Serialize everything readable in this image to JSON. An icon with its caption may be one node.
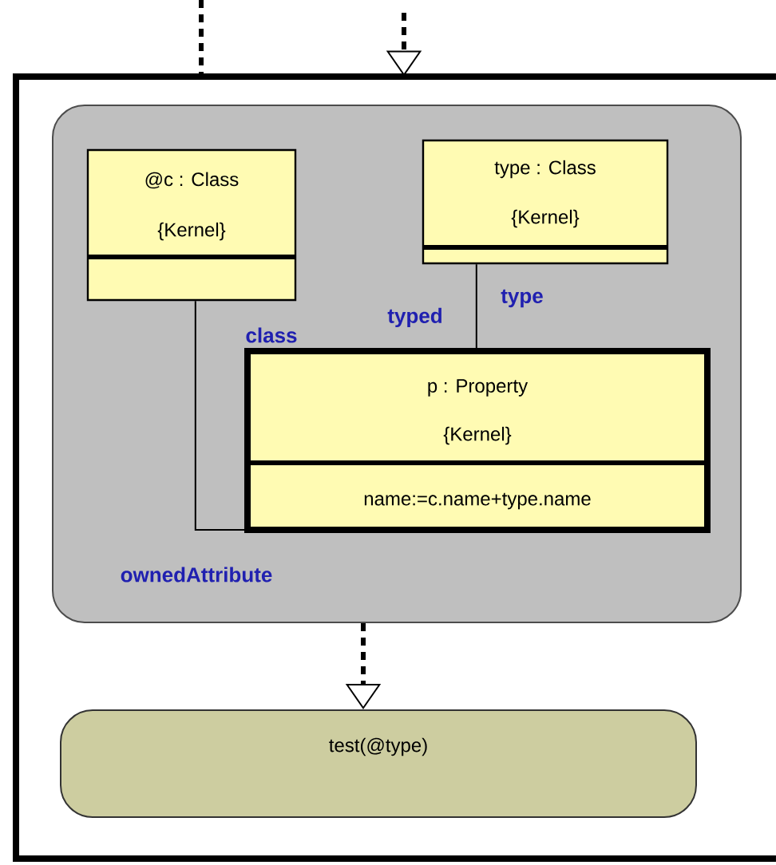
{
  "diagram": {
    "nodes": [
      {
        "text": [],
        "shape": "box"
      },
      {
        "text": [],
        "shape": "box",
        "in": 0
      },
      {
        "text": [
          "@c : Class",
          "{Kernel}"
        ],
        "in": 1
      },
      {
        "text": [
          "type : Class",
          "{Kernel}"
        ],
        "in": 1
      },
      {
        "text": [
          "p : Property",
          "{Kernel}",
          "name:=c.name+type.name"
        ],
        "in": 1
      },
      {
        "text": [
          "test(@type)"
        ],
        "in": 0
      }
    ],
    "edges": [
      {
        "from": 2,
        "to": 4,
        "arrow": "none",
        "label": "class"
      },
      {
        "from": 3,
        "to": 4,
        "arrow": "none",
        "label": "type"
      },
      {
        "from": 1,
        "to": 5,
        "arrow": "to",
        "style": "dashed"
      },
      {
        "from": null,
        "to": 0,
        "arrow": "none",
        "style": "dashed"
      },
      {
        "from": null,
        "to": 0,
        "arrow": "to",
        "style": "dashed"
      }
    ],
    "labels": [
      "typed",
      "ownedAttribute"
    ]
  }
}
